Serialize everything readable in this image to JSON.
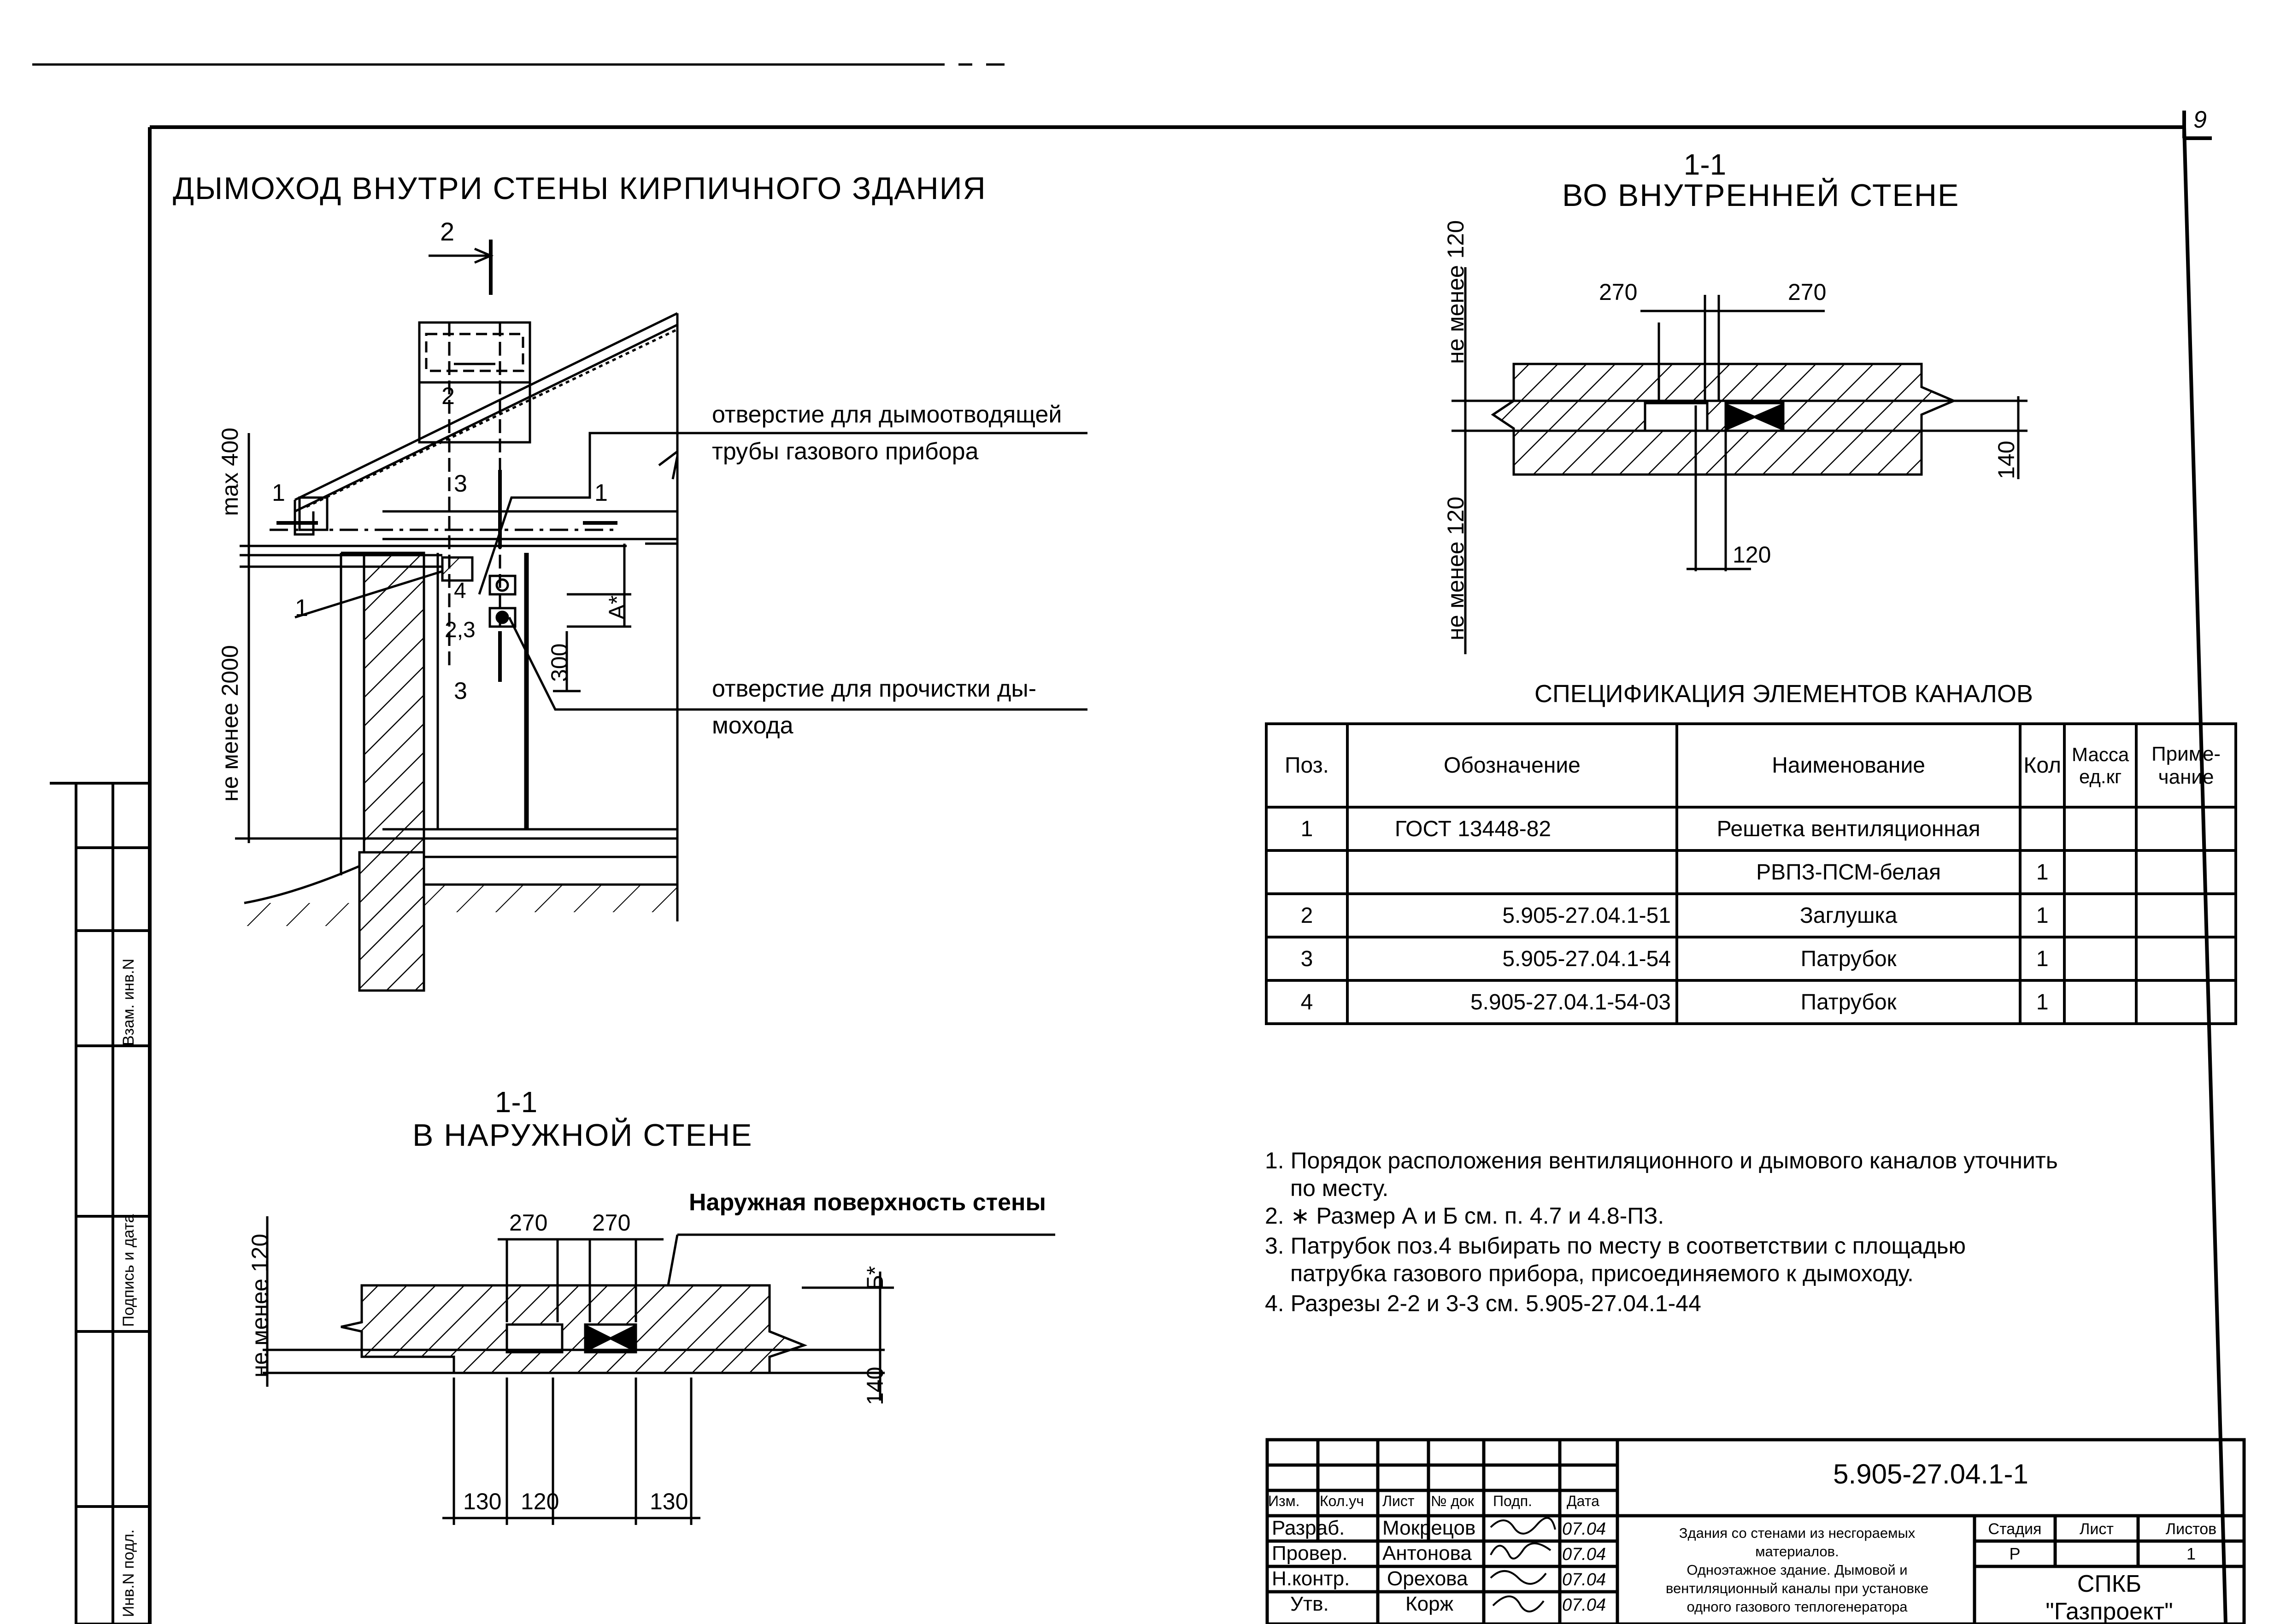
{
  "sheet_number": "9",
  "main_title": "ДЫМОХОД ВНУТРИ СТЕНЫ КИРПИЧНОГО ЗДАНИЯ",
  "elevation": {
    "cut_2": "2",
    "cut_2_inner": "2",
    "cut_1_left": "1",
    "cut_1_right": "1",
    "cut_3_top": "3",
    "cut_3_bottom": "3",
    "pos_1": "1",
    "pos_4": "4",
    "pos_23": "2,3",
    "dim_max400": "max 400",
    "dim_min2000": "не менее 2000",
    "dim_a": "А*",
    "dim_300": "300",
    "callout_top_line1": "отверстие для дымоотводящей",
    "callout_top_line2": "трубы газового прибора",
    "callout_bottom_line1": "отверстие для прочистки ды-",
    "callout_bottom_line2": "мохода"
  },
  "section_inner": {
    "title_num": "1-1",
    "title": "ВО ВНУТРЕННЕЙ СТЕНЕ",
    "dim_top_left": "не менее 120",
    "dim_bottom_left": "не менее 120",
    "dim_270_left": "270",
    "dim_270_right": "270",
    "dim_140": "140",
    "dim_120": "120"
  },
  "section_outer": {
    "title_num": "1-1",
    "title": "В НАРУЖНОЙ СТЕНЕ",
    "surface_label": "Наружная поверхность стены",
    "dim_left": "не менее 120",
    "dim_270_left": "270",
    "dim_270_right": "270",
    "dim_b": "Б*",
    "dim_140": "140",
    "dim_130_left": "130",
    "dim_120": "120",
    "dim_130_right": "130"
  },
  "spec": {
    "title": "СПЕЦИФИКАЦИЯ ЭЛЕМЕНТОВ КАНАЛОВ",
    "headers": [
      "Поз.",
      "Обозначение",
      "Наименование",
      "Кол",
      "Масса ед.кг",
      "Приме-чание"
    ],
    "rows": [
      [
        "1",
        "ГОСТ 13448-82",
        "Решетка вентиляционная",
        "",
        "",
        ""
      ],
      [
        "",
        "",
        "РВПЗ-ПСМ-белая",
        "1",
        "",
        ""
      ],
      [
        "2",
        "5.905-27.04.1-51",
        "Заглушка",
        "1",
        "",
        ""
      ],
      [
        "3",
        "5.905-27.04.1-54",
        "Патрубок",
        "1",
        "",
        ""
      ],
      [
        "4",
        "5.905-27.04.1-54-03",
        "Патрубок",
        "1",
        "",
        ""
      ]
    ]
  },
  "notes": [
    "1. Порядок расположения вентиляционного и дымового каналов уточнить",
    "по месту.",
    "2. ∗ Размер А и Б см. п. 4.7 и 4.8-ПЗ.",
    "3. Патрубок поз.4 выбирать по месту в соответствии с площадью",
    "патрубка газового прибора, присоединяемого к дымоходу.",
    "4. Разрезы 2-2 и 3-3 см. 5.905-27.04.1-44"
  ],
  "side_stamp": {
    "vzam": "Взам. инв.N",
    "podpis": "Подпись и дата",
    "inv": "Инв.N подл."
  },
  "title_block": {
    "code": "5.905-27.04.1-1",
    "col_headers": [
      "Изм.",
      "Кол.уч",
      "Лист",
      "№ док",
      "Подп.",
      "Дата"
    ],
    "people": [
      {
        "role": "Разраб.",
        "name": "Мокрецов",
        "date": "07.04"
      },
      {
        "role": "Провер.",
        "name": "Антонова",
        "date": "07.04"
      },
      {
        "role": "Н.контр.",
        "name": "Орехова",
        "date": "07.04"
      },
      {
        "role": "Утв.",
        "name": "Корж",
        "date": "07.04"
      }
    ],
    "description": [
      "Здания со стенами из несгораемых",
      "материалов.",
      "Одноэтажное здание. Дымовой и",
      "вентиляционный каналы при установке",
      "одного газового теплогенератора"
    ],
    "stage_header": "Стадия",
    "sheet_header": "Лист",
    "sheets_header": "Листов",
    "stage": "Р",
    "sheet": "",
    "sheets": "1",
    "org_line1": "СПКБ",
    "org_line2": "\"Газпроект\""
  }
}
